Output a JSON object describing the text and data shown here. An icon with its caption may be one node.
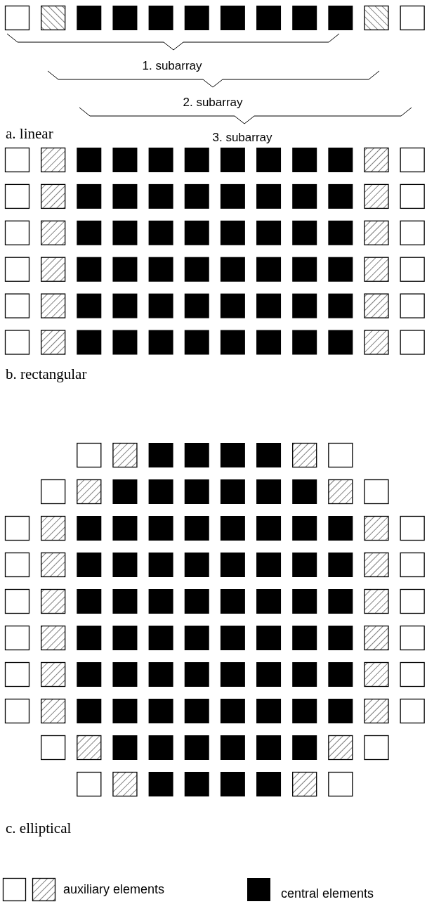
{
  "diagram": {
    "labels": [
      "1. subarray",
      "2. subarray",
      "3. subarray",
      "a. linear",
      "b. rectangular",
      "c. elliptical"
    ],
    "legend": [
      {
        "text": "auxiliary elements"
      },
      {
        "text": "central elements",
        "color": "#000000"
      }
    ]
  }
}
